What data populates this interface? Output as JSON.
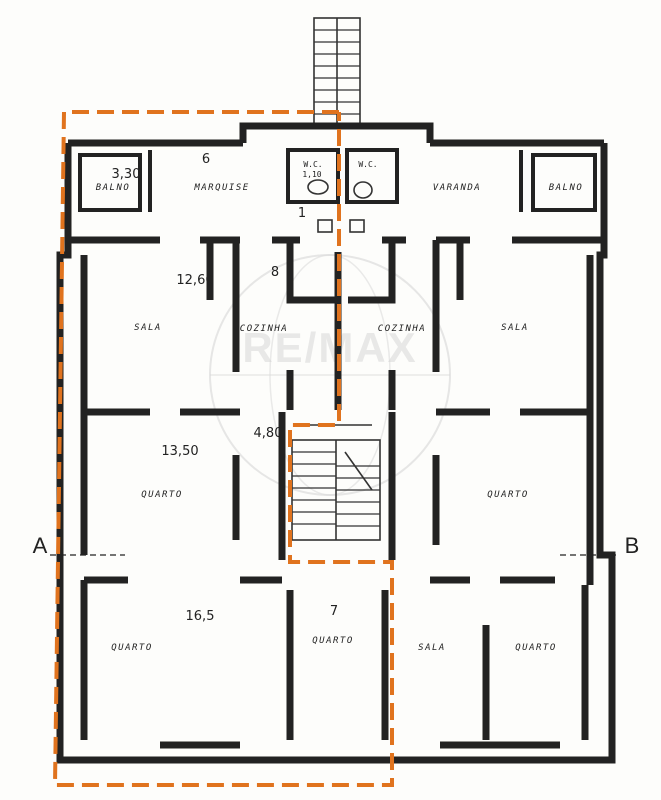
{
  "watermark": "RE/MAX",
  "section_marks": {
    "left": "A",
    "right": "B"
  },
  "dimensions": {
    "balcony_area": "3,30",
    "marquise_no": "6",
    "wc_no": "1,10",
    "stair_step": "1",
    "kitchen_no": "8",
    "sala_area": "12,60",
    "hall_width": "4,80",
    "quarto1_area": "13,50",
    "quarto2_area": "16,5",
    "quarto3_no": "7"
  },
  "rooms": {
    "left_balcony": "BALNO",
    "marquise": "MARQUISE",
    "wc_left": "W.C.",
    "wc_right": "W.C.",
    "varanda": "VARANDA",
    "right_balcony": "BALNO",
    "sala_left": "SALA",
    "cozinha_left": "COZINHA",
    "cozinha_right": "COZINHA",
    "sala_right": "SALA",
    "quarto_left_mid": "QUARTO",
    "quarto_right_mid": "QUARTO",
    "quarto_left_bottom": "QUARTO",
    "quarto_center_bottom": "QUARTO",
    "sala_right_bottom": "SALA",
    "quarto_right_bottom": "QUARTO"
  },
  "colors": {
    "highlight_outline": "#e0731e",
    "walls": "#222222"
  }
}
